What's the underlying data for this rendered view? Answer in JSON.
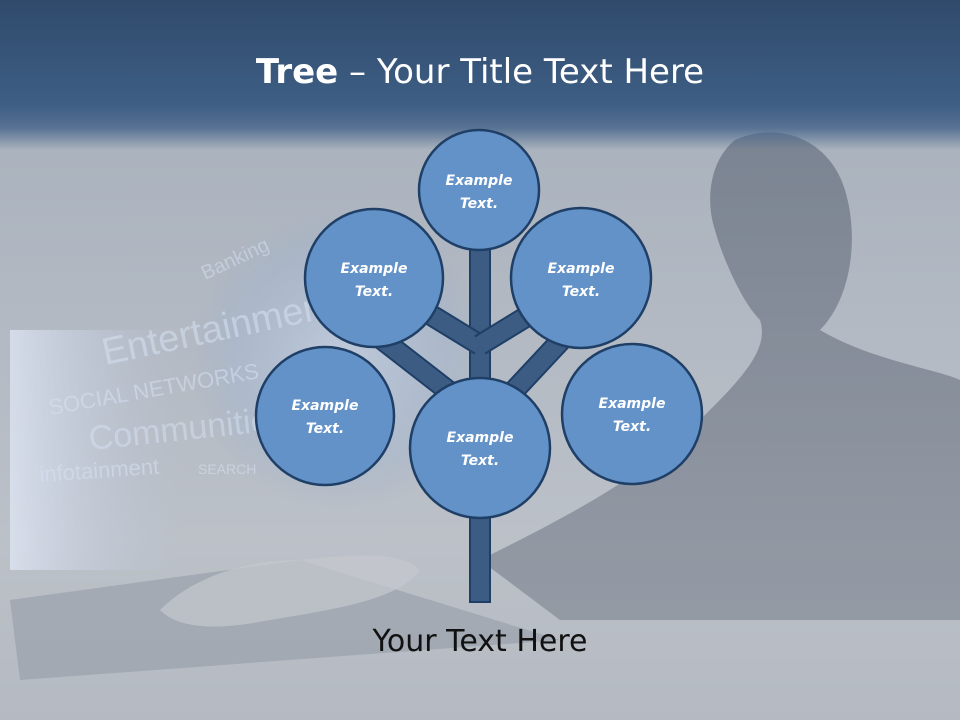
{
  "slide": {
    "title_bold": "Tree",
    "title_rest": " – Your Title Text Here",
    "footer_text": "Your Text Here"
  },
  "diagram": {
    "nodes": [
      {
        "id": "top",
        "line1": "Example",
        "line2": "Text."
      },
      {
        "id": "upper-left",
        "line1": "Example",
        "line2": "Text."
      },
      {
        "id": "upper-right",
        "line1": "Example",
        "line2": "Text."
      },
      {
        "id": "middle-left",
        "line1": "Example",
        "line2": "Text."
      },
      {
        "id": "middle-right",
        "line1": "Example",
        "line2": "Text."
      },
      {
        "id": "center",
        "line1": "Example",
        "line2": "Text."
      }
    ],
    "colors": {
      "node_fill": "#6392c8",
      "node_stroke": "#1f3f66",
      "branch_fill": "#3d5c84",
      "branch_stroke": "#1f3f66"
    }
  },
  "background": {
    "decorative_words": [
      "Entertainment",
      "SOCIAL NETWORKS",
      "Communities",
      "infotainment",
      "SEARCH",
      "Banking"
    ]
  }
}
